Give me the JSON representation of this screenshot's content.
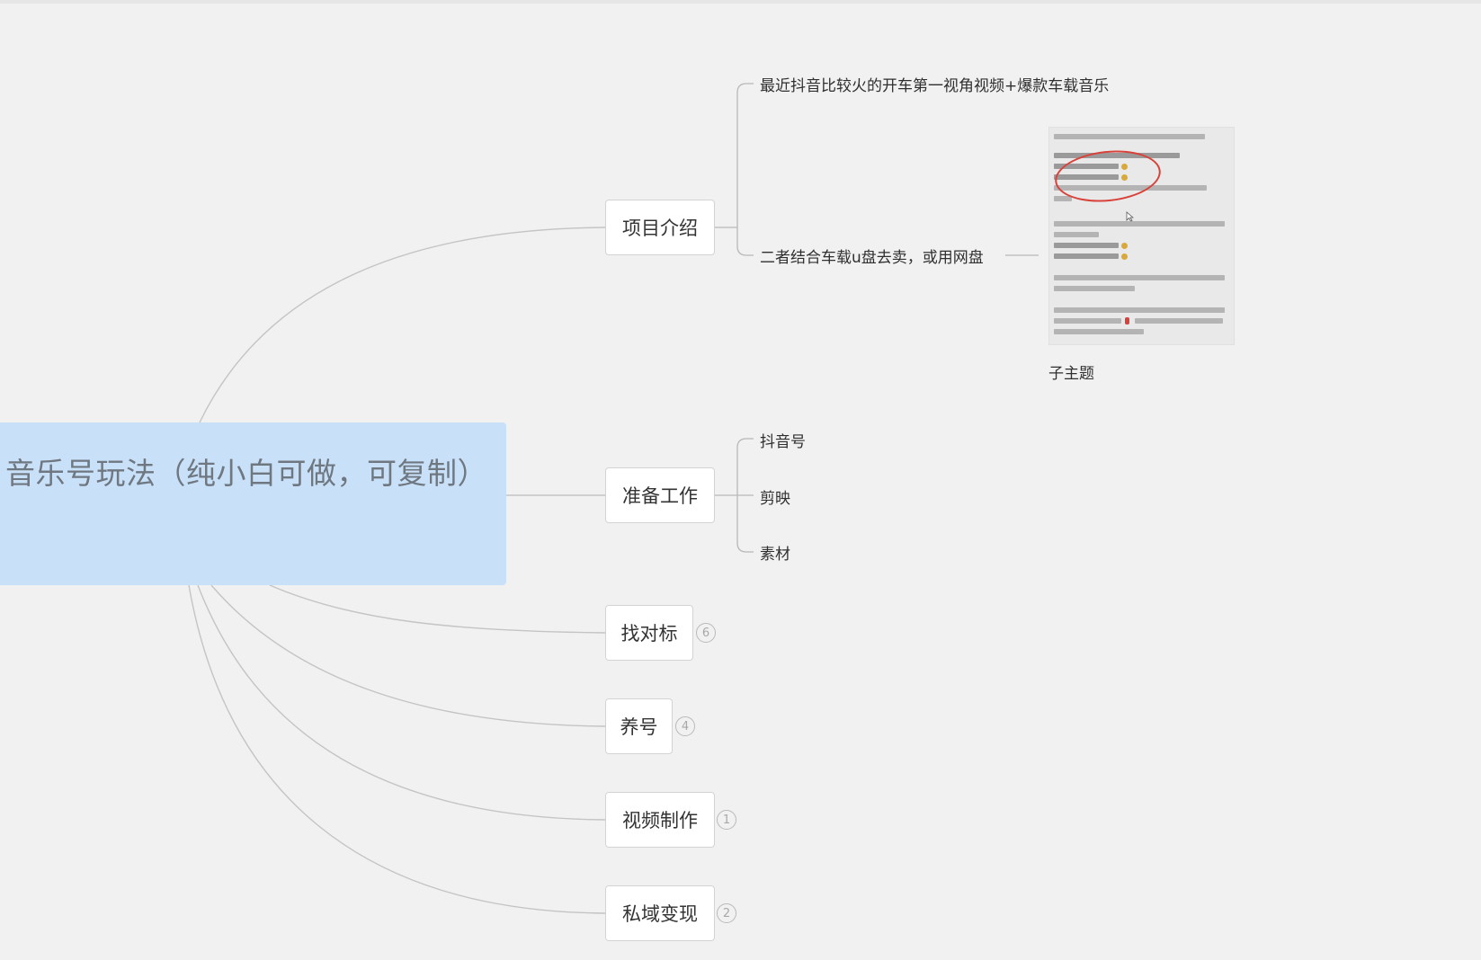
{
  "mindmap": {
    "root": {
      "title": "音乐号玩法（纯小白可做，可复制）"
    },
    "topics": [
      {
        "label": "项目介绍",
        "subtopics": [
          "最近抖音比较火的开车第一视角视频+爆款车载音乐",
          "二者结合车载u盘去卖，或用网盘"
        ]
      },
      {
        "label": "准备工作",
        "subtopics": [
          "抖音号",
          "剪映",
          "素材"
        ]
      },
      {
        "label": "找对标",
        "collapsed_count": "6"
      },
      {
        "label": "养号",
        "collapsed_count": "4"
      },
      {
        "label": "视频制作",
        "collapsed_count": "1"
      },
      {
        "label": "私域变现",
        "collapsed_count": "2"
      }
    ],
    "attached_topic": {
      "label": "子主题",
      "image": "note-screenshot"
    }
  },
  "colors": {
    "background": "#f1f1f1",
    "root_fill": "#c8e1f8",
    "root_text": "#6f7781",
    "topic_fill": "#ffffff",
    "topic_border": "#d3d3d3",
    "connector": "#c4c4c4",
    "annotation_circle": "#d8423a"
  }
}
